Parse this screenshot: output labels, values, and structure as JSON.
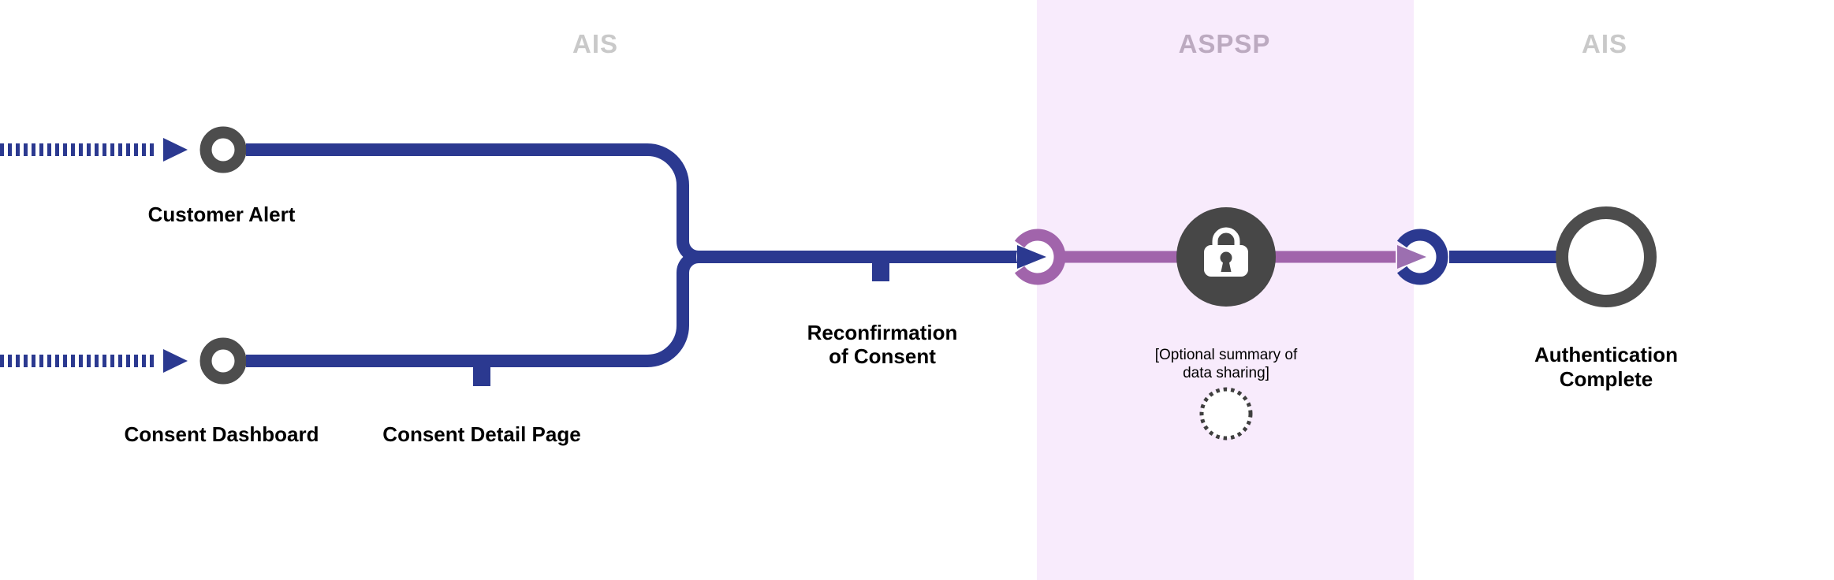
{
  "lanes": [
    {
      "label": "AIS"
    },
    {
      "label": "ASPSP"
    },
    {
      "label": "AIS"
    }
  ],
  "nodes": {
    "customer_alert": {
      "label": "Customer Alert"
    },
    "consent_dashboard": {
      "label": "Consent Dashboard"
    },
    "consent_detail_page": {
      "label": "Consent Detail Page"
    },
    "reconfirmation_of_consent": {
      "label": "Reconfirmation of Consent"
    },
    "optional_summary": {
      "label": "[Optional summary of data sharing]"
    },
    "authentication_complete": {
      "label": "Authentication Complete"
    }
  },
  "icons": {
    "lock": "lock-icon",
    "optional_step": "dotted-circle-icon",
    "incoming_flow": "dashed-arrow-icon"
  },
  "colors": {
    "navy": "#2b3990",
    "purple": "#a164ab",
    "arrow_purple": "#9c6fb0",
    "node_gray": "#4d4d4d",
    "lock_gray": "#474747",
    "band_pink": "#f8ebfc",
    "lane_label_gray": "#c9c9c9",
    "aspsp_label_gray": "#bcaac0",
    "text_black": "#000000"
  }
}
